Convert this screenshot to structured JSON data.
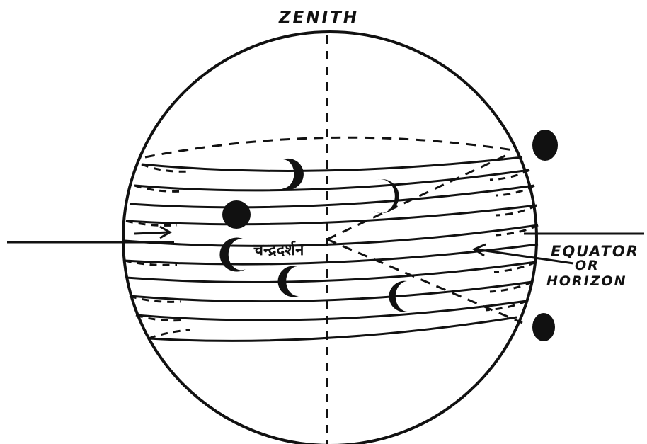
{
  "labels": {
    "zenith": "ZENITH",
    "equator_line1": "EQUATOR",
    "equator_line2": "OR",
    "equator_line3": "HORIZON",
    "moon_sighting": "चन्द्रदर्शन"
  },
  "colors": {
    "ink": "#111111",
    "paper": "#ffffff"
  }
}
